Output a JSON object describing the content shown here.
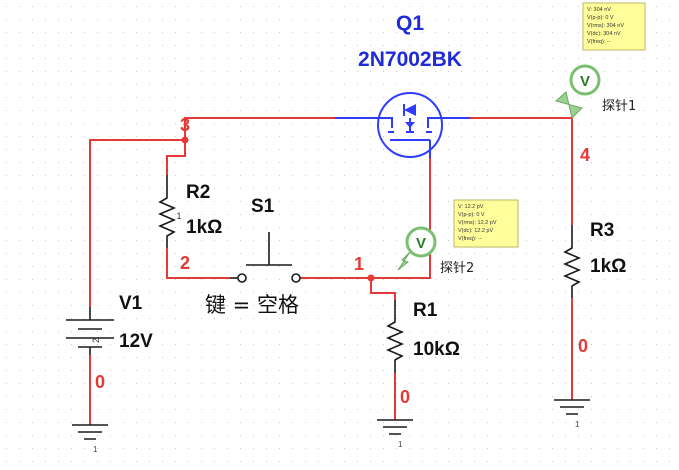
{
  "transistor": {
    "ref": "Q1",
    "model": "2N7002BK"
  },
  "resistors": {
    "r1": {
      "ref": "R1",
      "value": "10kΩ"
    },
    "r2": {
      "ref": "R2",
      "value": "1kΩ"
    },
    "r3": {
      "ref": "R3",
      "value": "1kΩ"
    }
  },
  "source": {
    "ref": "V1",
    "value": "12V"
  },
  "switch": {
    "ref": "S1",
    "key_label": "键 = 空格"
  },
  "nets": {
    "n1": "1",
    "n2": "2",
    "n3": "3",
    "n4": "4",
    "gnd_v1": "0",
    "gnd_r1": "0",
    "gnd_r3": "0"
  },
  "probes": {
    "p1": {
      "label": "探针1",
      "symbol": "V",
      "readout": [
        "V: 304 nV",
        "V(p-p): 0 V",
        "V(rms): 304 nV",
        "V(dc): 304 nV",
        "V(freq): --"
      ]
    },
    "p2": {
      "label": "探针2",
      "symbol": "V",
      "readout": [
        "V: 12.2 pV",
        "V(p-p): 0 V",
        "V(rms): 12.2 pV",
        "V(dc): 12.2 pV",
        "V(freq): --"
      ]
    }
  },
  "ground_symbol_text": "1"
}
